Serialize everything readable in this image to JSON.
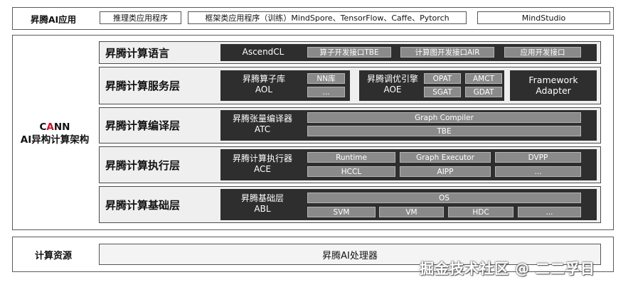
{
  "top_row": {
    "label": "昇腾AI应用",
    "inference": "推理类应用程序",
    "framework": "框架类应用程序（训练）MindSpore、TensorFlow、Caffe、Pytorch",
    "studio": "MindStudio"
  },
  "cann": {
    "prefix": "C",
    "accent": "A",
    "suffix": "NN",
    "line2": "AI异构计算架构",
    "accent_color": "#c8102e"
  },
  "layers": {
    "language": {
      "title": "昇腾计算语言",
      "main": "AscendCL",
      "chips": [
        "算子开发接口TBE",
        "计算图开发接口AIR",
        "应用开发接口"
      ]
    },
    "service": {
      "title": "昇腾计算服务层",
      "aol_line1": "昇腾算子库",
      "aol_line2": "AOL",
      "aol_chips": [
        "NN库",
        "..."
      ],
      "aoe_line1": "昇腾调优引擎",
      "aoe_line2": "AOE",
      "aoe_chips": [
        "OPAT",
        "AMCT",
        "SGAT",
        "GDAT"
      ],
      "fw_line1": "Framework",
      "fw_line2": "Adapter"
    },
    "compile": {
      "title": "昇腾计算编译层",
      "line1": "昇腾张量编译器",
      "line2": "ATC",
      "chips": [
        "Graph Compiler",
        "TBE"
      ]
    },
    "execute": {
      "title": "昇腾计算执行层",
      "line1": "昇腾计算执行器",
      "line2": "ACE",
      "chips": [
        "Runtime",
        "Graph Executor",
        "DVPP",
        "HCCL",
        "AIPP",
        "..."
      ]
    },
    "base": {
      "title": "昇腾计算基础层",
      "line1": "昇腾基础层",
      "line2": "ABL",
      "chips": [
        "OS",
        "SVM",
        "VM",
        "HDC",
        "..."
      ]
    }
  },
  "bottom_row": {
    "label": "计算资源",
    "processor": "昇腾AI处理器"
  },
  "watermark": "掘金技术社区 @ 二二孚日"
}
